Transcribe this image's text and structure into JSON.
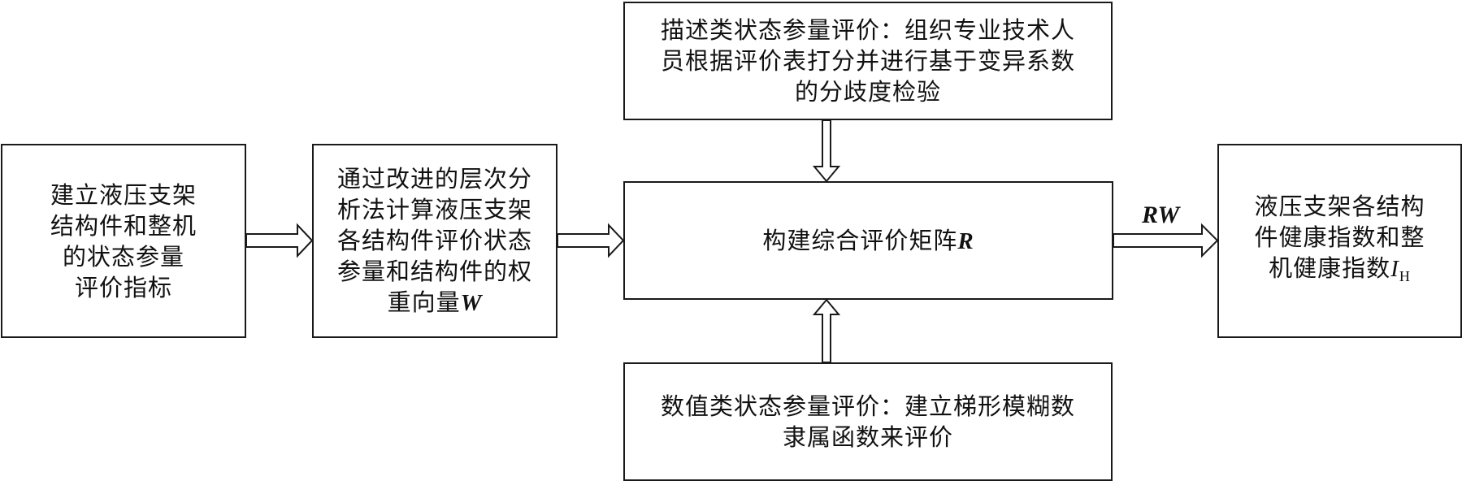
{
  "nodes": {
    "indicators": {
      "lines": [
        "建立液压支架",
        "结构件和整机",
        "的状态参量",
        "评价指标"
      ]
    },
    "ahp_weights": {
      "lines": [
        "通过改进的层次分",
        "析法计算液压支架",
        "各结构件评价状态",
        "参量和结构件的权"
      ],
      "last_line_text": "重向量",
      "last_line_symbol": "W"
    },
    "descriptive_eval": {
      "lines": [
        "描述类状态参量评价：组织专业技术人",
        "员根据评价表打分并进行基于变异系数",
        "的分歧度检验"
      ]
    },
    "matrix": {
      "text": "构建综合评价矩阵",
      "symbol": "R"
    },
    "numeric_eval": {
      "lines": [
        "数值类状态参量评价：建立梯形模糊数",
        "隶属函数来评价"
      ]
    },
    "health_index": {
      "lines": [
        "液压支架各结构",
        "件健康指数和整"
      ],
      "last_line_text": "机健康指数",
      "symbol": "I",
      "symbol_sub": "H"
    }
  },
  "edges": [
    {
      "from": "indicators",
      "to": "ahp_weights",
      "label": ""
    },
    {
      "from": "ahp_weights",
      "to": "matrix",
      "label": ""
    },
    {
      "from": "descriptive_eval",
      "to": "matrix",
      "label": ""
    },
    {
      "from": "numeric_eval",
      "to": "matrix",
      "label": ""
    },
    {
      "from": "matrix",
      "to": "health_index",
      "label": "RW"
    }
  ]
}
